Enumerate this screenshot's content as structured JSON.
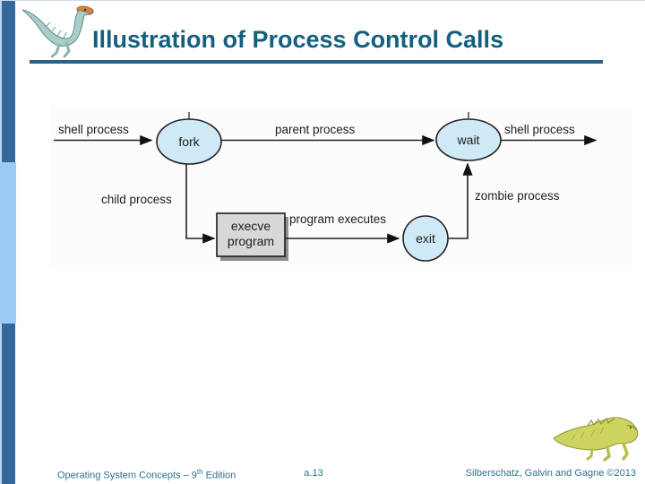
{
  "slide": {
    "title": "Illustration of Process Control Calls"
  },
  "images": {
    "header_logo": "dinosaur-illustration",
    "footer_mascot": "dinosaur-illustration"
  },
  "diagram": {
    "labels": {
      "shell_left": "shell process",
      "parent": "parent process",
      "shell_right": "shell process",
      "child": "child process",
      "zombie": "zombie process",
      "program_executes": "program executes"
    },
    "nodes": {
      "fork": "fork",
      "wait": "wait",
      "exit": "exit",
      "execve_line1": "execve",
      "execve_line2": "program"
    },
    "colors": {
      "node_fill": "#cfe9f7",
      "node_stroke": "#222222",
      "box_fill": "#d8d8d8",
      "line": "#222222"
    }
  },
  "footer": {
    "left_prefix": "Operating System Concepts – 9",
    "left_sup": "th",
    "left_suffix": " Edition",
    "page": "a.13",
    "right": "Silberschatz, Galvin and Gagne ©2013"
  },
  "theme": {
    "title_color": "#15607f",
    "underline_color": "#2d6187",
    "sidebar_dark": "#35689a",
    "sidebar_light": "#9acaf5",
    "footer_color": "#2e7191"
  }
}
